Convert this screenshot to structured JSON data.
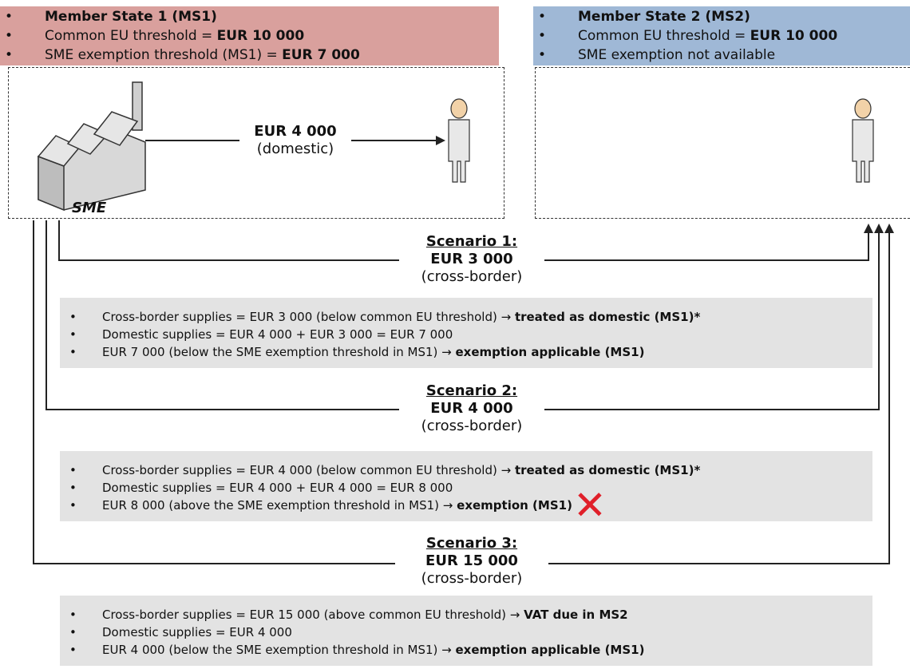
{
  "ms1_header": {
    "items": [
      {
        "text": "Member State 1 (MS1)",
        "bold_suffix": ""
      },
      {
        "text": "Common EU threshold = ",
        "bold_suffix": "EUR 10 000"
      },
      {
        "text": "SME exemption threshold (MS1) = ",
        "bold_suffix": "EUR 7 000"
      }
    ]
  },
  "ms2_header": {
    "items": [
      {
        "text": "Member State 2 (MS2)",
        "bold_suffix": ""
      },
      {
        "text": "Common EU threshold = ",
        "bold_suffix": "EUR 10 000"
      },
      {
        "text": "SME exemption not available",
        "bold_suffix": ""
      }
    ]
  },
  "sme_label": "SME",
  "domestic_flow": {
    "amount": "EUR 4 000",
    "note": "(domestic)"
  },
  "scenarios": [
    {
      "title": "Scenario 1:",
      "amount": "EUR 3 000",
      "note": "(cross-border)",
      "bullets": [
        {
          "text": "Cross-border supplies = EUR 3 000 (below common EU threshold) → ",
          "bold": "treated as domestic (MS1)*"
        },
        {
          "text": "Domestic supplies = EUR 4 000 + EUR 3 000 = EUR 7 000",
          "bold": ""
        },
        {
          "text": "EUR 7 000 (below the SME exemption threshold in MS1) → ",
          "bold": "exemption applicable (MS1)"
        }
      ]
    },
    {
      "title": "Scenario 2:",
      "amount": "EUR 4 000",
      "note": "(cross-border)",
      "bullets": [
        {
          "text": "Cross-border supplies = EUR 4 000 (below common EU threshold) → ",
          "bold": "treated as domestic (MS1)*"
        },
        {
          "text": "Domestic supplies = EUR 4 000 + EUR 4 000 = EUR 8 000",
          "bold": ""
        },
        {
          "text": "EUR 8 000 (above the SME exemption threshold in MS1) → ",
          "bold": "exemption (MS1)"
        }
      ]
    },
    {
      "title": "Scenario 3:",
      "amount": "EUR 15 000",
      "note": "(cross-border)",
      "bullets": [
        {
          "text": "Cross-border supplies = EUR 15 000 (above common EU threshold) → ",
          "bold": "VAT due in MS2"
        },
        {
          "text": "Domestic supplies = EUR 4 000",
          "bold": ""
        },
        {
          "text": "EUR 4 000 (below the SME exemption threshold in MS1) → ",
          "bold": "exemption applicable (MS1)"
        }
      ]
    }
  ],
  "colors": {
    "ms1": "#d9a09d",
    "ms2": "#9fb8d6",
    "panel": "#e3e3e3",
    "cross": "#e0202a"
  }
}
